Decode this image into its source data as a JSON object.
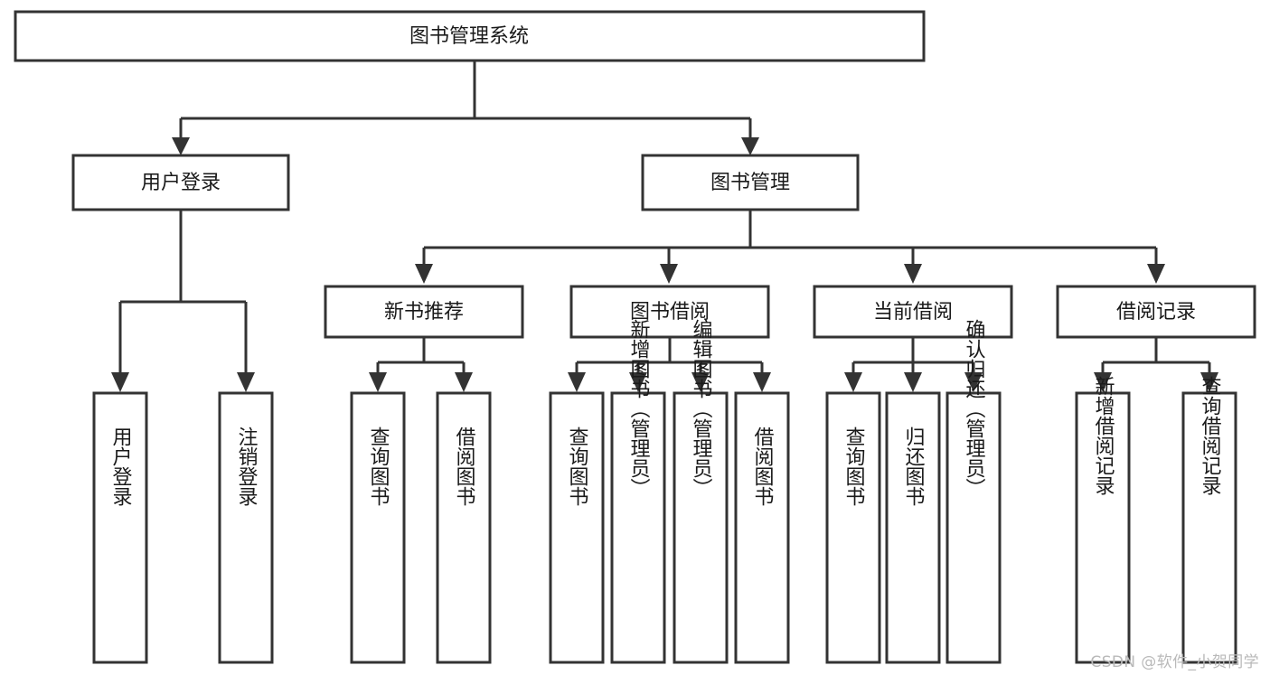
{
  "diagram": {
    "type": "tree",
    "title": "图书管理系统",
    "root": {
      "id": "root",
      "label": "图书管理系统"
    },
    "level1": [
      {
        "id": "user-login",
        "label": "用户登录"
      },
      {
        "id": "book-manage",
        "label": "图书管理"
      }
    ],
    "level2": [
      {
        "id": "new-book-rec",
        "label": "新书推荐",
        "parent": "book-manage"
      },
      {
        "id": "book-borrow",
        "label": "图书借阅",
        "parent": "book-manage"
      },
      {
        "id": "current-borrow",
        "label": "当前借阅",
        "parent": "book-manage"
      },
      {
        "id": "borrow-record",
        "label": "借阅记录",
        "parent": "book-manage"
      }
    ],
    "leaves": [
      {
        "id": "leaf-user-login",
        "label": "用户登录",
        "parent": "user-login"
      },
      {
        "id": "leaf-logout",
        "label": "注销登录",
        "parent": "user-login"
      },
      {
        "id": "leaf-query-book-1",
        "label": "查询图书",
        "parent": "new-book-rec"
      },
      {
        "id": "leaf-borrow-book-1",
        "label": "借阅图书",
        "parent": "new-book-rec"
      },
      {
        "id": "leaf-query-book-2",
        "label": "查询图书",
        "parent": "book-borrow"
      },
      {
        "id": "leaf-add-book",
        "label": "新增图书（管理员）",
        "parent": "book-borrow"
      },
      {
        "id": "leaf-edit-book",
        "label": "编辑图书（管理员）",
        "parent": "book-borrow"
      },
      {
        "id": "leaf-borrow-book-2",
        "label": "借阅图书",
        "parent": "book-borrow"
      },
      {
        "id": "leaf-query-book-3",
        "label": "查询图书",
        "parent": "current-borrow"
      },
      {
        "id": "leaf-return-book",
        "label": "归还图书",
        "parent": "current-borrow"
      },
      {
        "id": "leaf-confirm-return",
        "label": "确认归还（管理员）",
        "parent": "current-borrow"
      },
      {
        "id": "leaf-add-record",
        "label": "新增借阅记录",
        "parent": "borrow-record"
      },
      {
        "id": "leaf-query-record",
        "label": "查询借阅记录",
        "parent": "borrow-record"
      }
    ],
    "colors": {
      "stroke": "#333333",
      "fill": "#ffffff",
      "text": "#1a1a1a",
      "watermark": "#b9b9b9"
    }
  },
  "watermark": {
    "text": "CSDN @软件_小贺同学"
  }
}
